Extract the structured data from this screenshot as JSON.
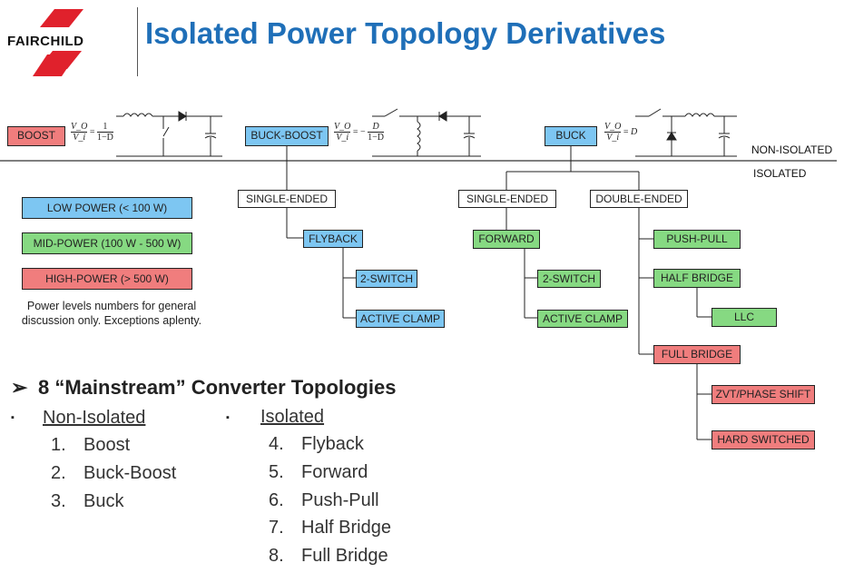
{
  "header": {
    "title": "Isolated Power Topology Derivatives",
    "logo_text": "FAIRCHILD"
  },
  "labels": {
    "non_isolated": "NON-ISOLATED",
    "isolated": "ISOLATED"
  },
  "converters": {
    "boost": {
      "label": "BOOST",
      "eq_lhs_num": "V_O",
      "eq_lhs_den": "V_i",
      "eq_rhs_num": "1",
      "eq_rhs_den": "1−D"
    },
    "buck_boost": {
      "label": "BUCK-BOOST",
      "eq_lhs_num": "V_O",
      "eq_lhs_den": "V_i",
      "eq_rhs_num": "D",
      "eq_rhs_den": "1−D"
    },
    "buck": {
      "label": "BUCK",
      "eq_lhs_num": "V_O",
      "eq_lhs_den": "V_i",
      "eq_rhs": "D"
    }
  },
  "legend": {
    "low": "LOW POWER (< 100 W)",
    "mid": "MID-POWER (100 W - 500 W)",
    "high": "HIGH-POWER (> 500 W)",
    "note": "Power levels numbers for general discussion only. Exceptions aplenty."
  },
  "tree": {
    "single_ended_1": "SINGLE-ENDED",
    "flyback": "FLYBACK",
    "two_switch_1": "2-SWITCH",
    "active_clamp_1": "ACTIVE CLAMP",
    "single_ended_2": "SINGLE-ENDED",
    "forward": "FORWARD",
    "two_switch_2": "2-SWITCH",
    "active_clamp_2": "ACTIVE CLAMP",
    "double_ended": "DOUBLE-ENDED",
    "push_pull": "PUSH-PULL",
    "half_bridge": "HALF BRIDGE",
    "llc": "LLC",
    "full_bridge": "FULL BRIDGE",
    "zvt": "ZVT/PHASE SHIFT",
    "hard_switched": "HARD SWITCHED"
  },
  "summary": {
    "heading": "8 “Mainstream” Converter Topologies",
    "arrow": "➢",
    "bullet": "▪",
    "non_isolated_title": "Non-Isolated",
    "isolated_title": "Isolated",
    "non_isolated_items": [
      {
        "num": "1.",
        "text": "Boost"
      },
      {
        "num": "2.",
        "text": "Buck-Boost"
      },
      {
        "num": "3.",
        "text": "Buck"
      }
    ],
    "isolated_items": [
      {
        "num": "4.",
        "text": "Flyback"
      },
      {
        "num": "5.",
        "text": "Forward"
      },
      {
        "num": "6.",
        "text": "Push-Pull"
      },
      {
        "num": "7.",
        "text": "Half Bridge"
      },
      {
        "num": "8.",
        "text": "Full Bridge"
      }
    ]
  },
  "colors": {
    "title": "#1f6fb8",
    "low_power": "#7dc6f2",
    "mid_power": "#86d982",
    "high_power": "#f07d7d",
    "logo_red": "#e0212c"
  }
}
